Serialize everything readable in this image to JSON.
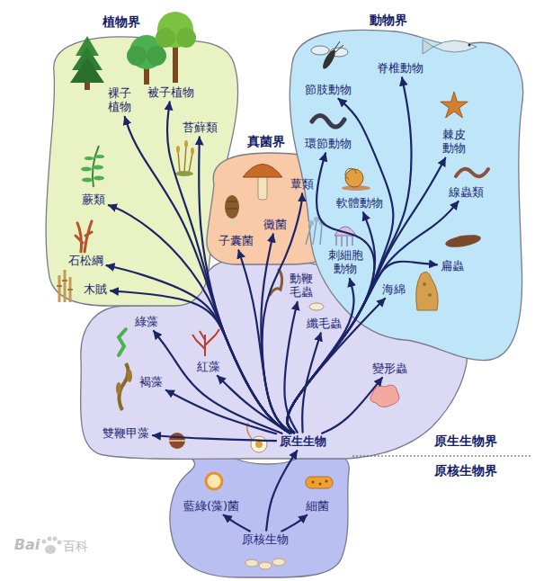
{
  "diagram": {
    "nodes": [
      {
        "text": [
          "植物界"
        ]
      },
      {
        "text": [
          "裸子植物"
        ],
        "in": 0
      },
      {
        "text": [
          "被子植物"
        ],
        "in": 0
      },
      {
        "text": [
          "苔蘚類"
        ],
        "in": 0
      },
      {
        "text": [
          "蕨類"
        ],
        "in": 0
      },
      {
        "text": [
          "石松綱"
        ],
        "in": 0
      },
      {
        "text": [
          "木賊"
        ],
        "in": 0
      },
      {
        "text": [
          "真菌界"
        ]
      },
      {
        "text": [
          "蕈類"
        ],
        "in": 7
      },
      {
        "text": [
          "黴菌"
        ],
        "in": 7
      },
      {
        "text": [
          "子囊菌"
        ],
        "in": 7
      },
      {
        "text": [
          "動物界"
        ]
      },
      {
        "text": [
          "脊椎動物"
        ],
        "in": 11
      },
      {
        "text": [
          "節肢動物"
        ],
        "in": 11
      },
      {
        "text": [
          "環節動物"
        ],
        "in": 11
      },
      {
        "text": [
          "棘皮動物"
        ],
        "in": 11
      },
      {
        "text": [
          "軟體動物"
        ],
        "in": 11
      },
      {
        "text": [
          "線蟲類"
        ],
        "in": 11
      },
      {
        "text": [
          "刺細胞動物"
        ],
        "in": 11
      },
      {
        "text": [
          "扁蟲"
        ],
        "in": 11
      },
      {
        "text": [
          "海綿"
        ],
        "in": 11
      },
      {
        "text": [
          "原生生物界"
        ]
      },
      {
        "text": [
          "動鞭毛蟲"
        ],
        "in": 21
      },
      {
        "text": [
          "纖毛蟲"
        ],
        "in": 21
      },
      {
        "text": [
          "綠藻"
        ],
        "in": 21
      },
      {
        "text": [
          "紅藻"
        ],
        "in": 21
      },
      {
        "text": [
          "褐藻"
        ],
        "in": 21
      },
      {
        "text": [
          "變形蟲"
        ],
        "in": 21
      },
      {
        "text": [
          "雙鞭甲藻"
        ],
        "in": 21
      },
      {
        "text": [
          "原生生物"
        ],
        "in": 21
      },
      {
        "text": [
          "原核生物界"
        ]
      },
      {
        "text": [
          "藍綠(藻)菌"
        ],
        "in": 30
      },
      {
        "text": [
          "細菌"
        ],
        "in": 30
      },
      {
        "text": [
          "原核生物"
        ],
        "in": 30
      }
    ],
    "edges": [
      {
        "from": 29,
        "to": 1,
        "arrow": "to"
      },
      {
        "from": 29,
        "to": 2,
        "arrow": "to"
      },
      {
        "from": 29,
        "to": 3,
        "arrow": "to"
      },
      {
        "from": 29,
        "to": 4,
        "arrow": "to"
      },
      {
        "from": 29,
        "to": 5,
        "arrow": "to"
      },
      {
        "from": 29,
        "to": 6,
        "arrow": "to"
      },
      {
        "from": 29,
        "to": 8,
        "arrow": "to"
      },
      {
        "from": 29,
        "to": 9,
        "arrow": "to"
      },
      {
        "from": 29,
        "to": 10,
        "arrow": "to"
      },
      {
        "from": 29,
        "to": 12,
        "arrow": "to"
      },
      {
        "from": 29,
        "to": 13,
        "arrow": "to"
      },
      {
        "from": 29,
        "to": 14,
        "arrow": "to"
      },
      {
        "from": 29,
        "to": 15,
        "arrow": "to"
      },
      {
        "from": 29,
        "to": 16,
        "arrow": "to"
      },
      {
        "from": 29,
        "to": 17,
        "arrow": "to"
      },
      {
        "from": 29,
        "to": 18,
        "arrow": "to"
      },
      {
        "from": 29,
        "to": 19,
        "arrow": "to"
      },
      {
        "from": 29,
        "to": 20,
        "arrow": "to"
      },
      {
        "from": 29,
        "to": 22,
        "arrow": "to"
      },
      {
        "from": 29,
        "to": 23,
        "arrow": "to"
      },
      {
        "from": 29,
        "to": 24,
        "arrow": "to"
      },
      {
        "from": 29,
        "to": 25,
        "arrow": "to"
      },
      {
        "from": 29,
        "to": 26,
        "arrow": "to"
      },
      {
        "from": 29,
        "to": 27,
        "arrow": "to"
      },
      {
        "from": 29,
        "to": 28,
        "arrow": "to"
      },
      {
        "from": 33,
        "to": 29,
        "arrow": "to"
      },
      {
        "from": 33,
        "to": 31,
        "arrow": "to"
      },
      {
        "from": 33,
        "to": 32,
        "arrow": "to"
      }
    ],
    "labels": [
      "Bai",
      "百科"
    ]
  }
}
